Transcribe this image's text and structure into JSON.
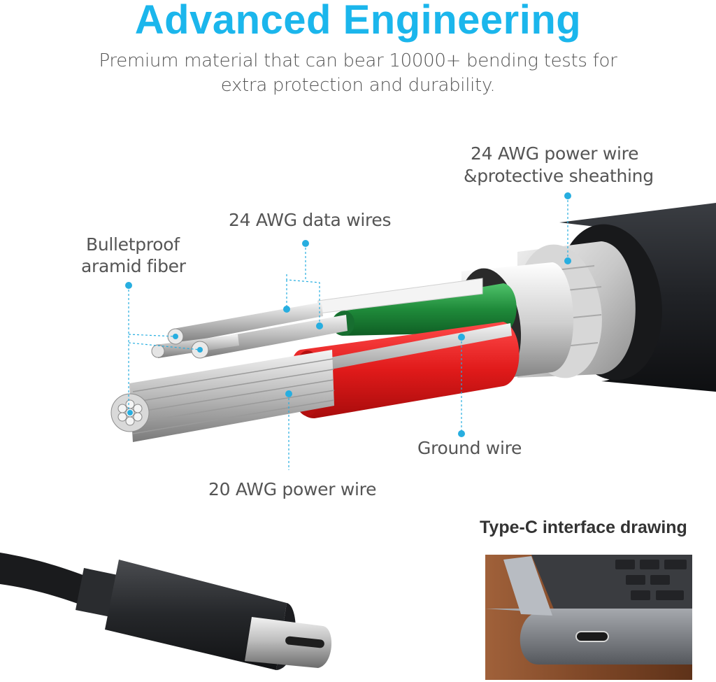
{
  "header": {
    "title": "Advanced Engineering",
    "subtitle_line1": "Premium material that can bear 10000+ bending tests for",
    "subtitle_line2": "extra protection and durability."
  },
  "callouts": {
    "power_wire_sheath_line1": "24 AWG power wire",
    "power_wire_sheath_line2": "&protective sheathing",
    "data_wires": "24 AWG data wires",
    "aramid_line1": "Bulletproof",
    "aramid_line2": "aramid fiber",
    "ground_wire": "Ground wire",
    "power_wire_20": "20 AWG power wire"
  },
  "inset": {
    "caption": "Type-C interface drawing"
  },
  "colors": {
    "accent": "#1bb6ec",
    "callout_dot": "#27aee0",
    "text": "#555555"
  }
}
